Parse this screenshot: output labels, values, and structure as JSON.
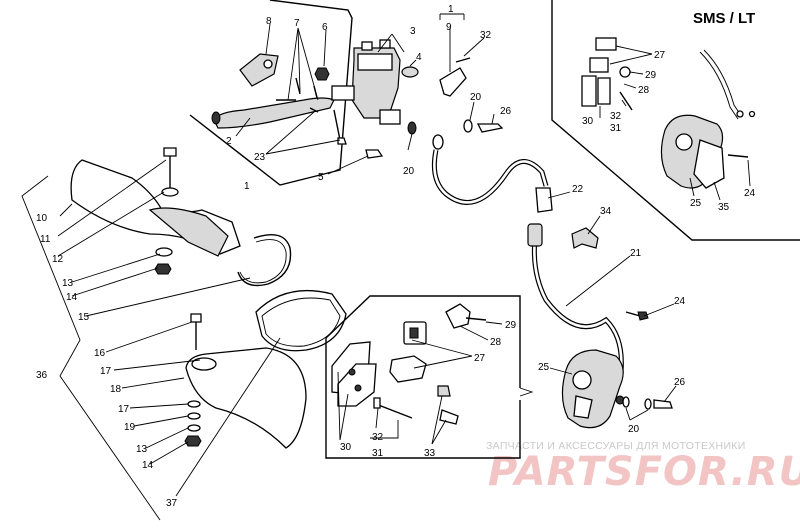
{
  "title": "SMS / LT",
  "watermark": {
    "subtitle": "ЗАПЧАСТИ И АКСЕССУАРЫ ДЛЯ МОТОТЕХНИКИ",
    "brand": "PARTSFOR.RU"
  },
  "labels": {
    "n1a": "1",
    "n1b": "1",
    "n2": "2",
    "n3": "3",
    "n4": "4",
    "n5": "5",
    "n6": "6",
    "n7": "7",
    "n8": "8",
    "n9": "9",
    "n10": "10",
    "n11": "11",
    "n12": "12",
    "n13a": "13",
    "n13b": "13",
    "n14a": "14",
    "n14b": "14",
    "n15": "15",
    "n16": "16",
    "n17a": "17",
    "n17b": "17",
    "n18": "18",
    "n19": "19",
    "n20a": "20",
    "n20b": "20",
    "n20c": "20",
    "n21": "21",
    "n22": "22",
    "n23": "23",
    "n24a": "24",
    "n24b": "24",
    "n25a": "25",
    "n25b": "25",
    "n26a": "26",
    "n26b": "26",
    "n27a": "27",
    "n27b": "27",
    "n28a": "28",
    "n28b": "28",
    "n29a": "29",
    "n29b": "29",
    "n30a": "30",
    "n30b": "30",
    "n31a": "31",
    "n31b": "31",
    "n32a": "32",
    "n32b": "32",
    "n32c": "32",
    "n33": "33",
    "n34": "34",
    "n35": "35",
    "n36": "36",
    "n37": "37"
  }
}
